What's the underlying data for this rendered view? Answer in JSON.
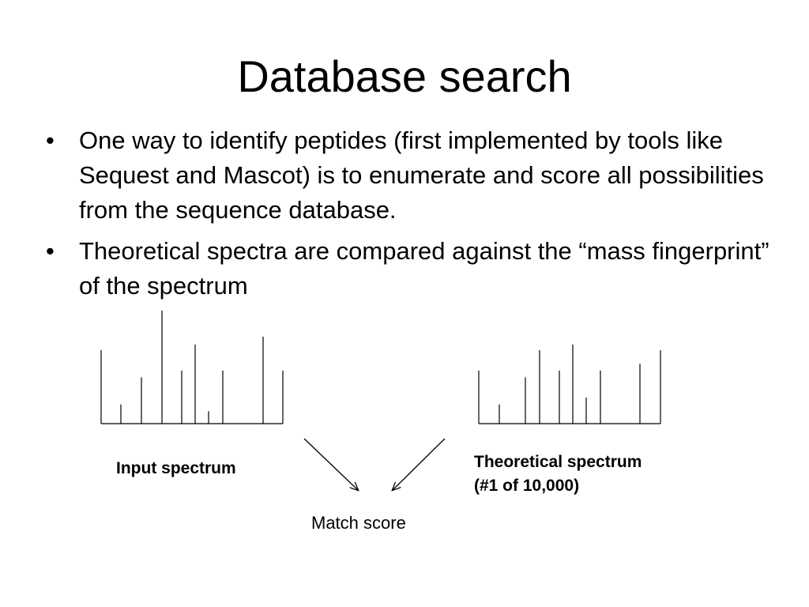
{
  "slide": {
    "title": "Database search",
    "bullet_symbol": "•",
    "bullets": [
      "One way to identify peptides (first implemented by tools like Sequest and Mascot) is to enumerate and score all possibilities from the sequence database.",
      "Theoretical spectra are compared against the “mass fingerprint” of the spectrum"
    ],
    "diagram": {
      "input_label": "Input spectrum",
      "theoretical_label_line1": "Theoretical spectrum",
      "theoretical_label_line2": "(#1 of 10,000)",
      "match_label": "Match score",
      "input_peaks": [
        0.65,
        0.17,
        0.41,
        1.0,
        0.47,
        0.7,
        0.11,
        0.47,
        0.77,
        0.47
      ],
      "theoretical_peaks": [
        0.47,
        0.17,
        0.41,
        0.65,
        0.47,
        0.7,
        0.23,
        0.47,
        0.53,
        0.65
      ],
      "line_color": "#000000"
    }
  }
}
